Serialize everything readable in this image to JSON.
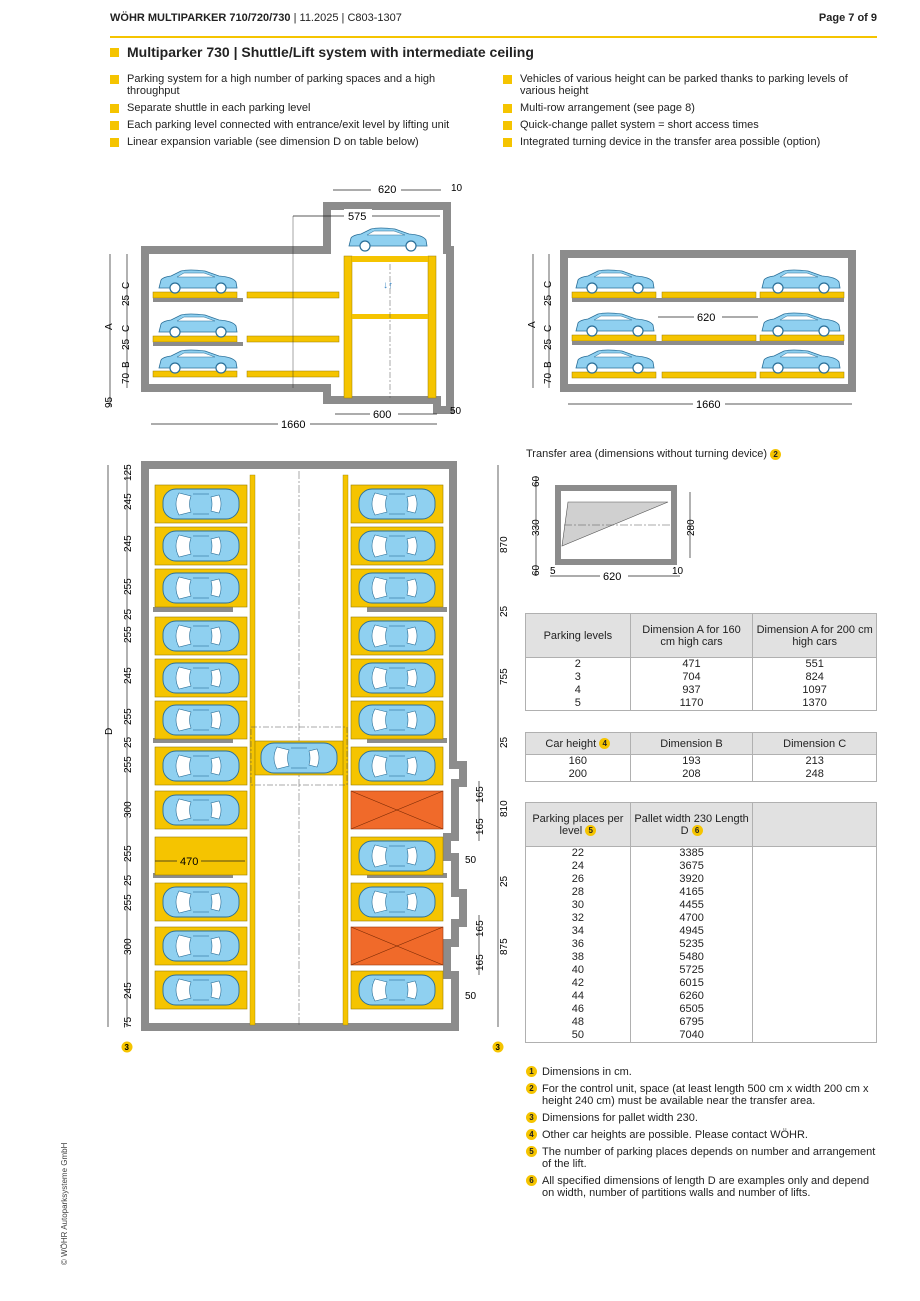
{
  "header": {
    "brand": "WÖHR MULTIPARKER 710/720/730",
    "date": "11.2025",
    "code": "C803-1307",
    "page": "Page 7 of 9"
  },
  "title": "Multiparker 730 | Shuttle/Lift system with intermediate ceiling",
  "bullets_left": [
    "Parking system for a high number of parking spaces and a high throughput",
    "Separate shuttle in each parking level",
    "Each parking level connected with entrance/exit level by lifting unit",
    "Linear expansion variable (see dimension D on table below)"
  ],
  "bullets_right": [
    "Vehicles of various height can be parked thanks to parking levels of various height",
    "Multi-row arrangement (see page 8)",
    "Quick-change pallet system = short access times",
    "Integrated turning device in the transfer area possible (option)"
  ],
  "section_a": {
    "dims": {
      "top_width": "620",
      "lift_width": "575",
      "gap": "10",
      "bottom_lift": "600",
      "bottom_gap": "50",
      "total": "1660",
      "pit": "95"
    },
    "levels": [
      "C",
      "25",
      "C",
      "25",
      "B",
      "70"
    ],
    "level_A": "A"
  },
  "section_b": {
    "dims": {
      "middle": "620",
      "total": "1660"
    },
    "levels": [
      "C",
      "25",
      "C",
      "25",
      "B",
      "70"
    ],
    "level_A": "A"
  },
  "plan": {
    "left_dims": [
      "125",
      "245",
      "245",
      "255",
      "25",
      "255",
      "245",
      "255",
      "25",
      "255",
      "300",
      "255",
      "25",
      "255",
      "300",
      "245",
      "75"
    ],
    "label_D": "D",
    "right_dims_top": [
      "870",
      "25",
      "755",
      "25"
    ],
    "right_dims_mid": [
      "165",
      "165",
      "810",
      "50",
      "25"
    ],
    "right_dims_bot": [
      "165",
      "165",
      "875",
      "50"
    ],
    "dim_470": "470",
    "footnote_ref": "3"
  },
  "transfer": {
    "caption": "Transfer area (dimensions without turning device)",
    "caption_ref": "2",
    "dims": {
      "top": "60",
      "height": "330",
      "bottom": "60",
      "inner": "280",
      "left": "5",
      "width": "620",
      "right": "10"
    }
  },
  "table_levels": {
    "headers": [
      "Parking levels",
      "Dimension A for 160 cm high cars",
      "Dimension A for 200 cm high cars"
    ],
    "rows": [
      [
        "2",
        "471",
        "551"
      ],
      [
        "3",
        "704",
        "824"
      ],
      [
        "4",
        "937",
        "1097"
      ],
      [
        "5",
        "1170",
        "1370"
      ]
    ]
  },
  "table_height": {
    "headers": [
      "Car height",
      "Dimension B",
      "Dimension C"
    ],
    "header_ref": "4",
    "rows": [
      [
        "160",
        "193",
        "213"
      ],
      [
        "200",
        "208",
        "248"
      ]
    ]
  },
  "table_places": {
    "headers": [
      "Parking places per level",
      "Pallet width 230 Length D",
      ""
    ],
    "header_refs": [
      "5",
      "6"
    ],
    "rows": [
      [
        "22",
        "3385"
      ],
      [
        "24",
        "3675"
      ],
      [
        "26",
        "3920"
      ],
      [
        "28",
        "4165"
      ],
      [
        "30",
        "4455"
      ],
      [
        "32",
        "4700"
      ],
      [
        "34",
        "4945"
      ],
      [
        "36",
        "5235"
      ],
      [
        "38",
        "5480"
      ],
      [
        "40",
        "5725"
      ],
      [
        "42",
        "6015"
      ],
      [
        "44",
        "6260"
      ],
      [
        "46",
        "6505"
      ],
      [
        "48",
        "6795"
      ],
      [
        "50",
        "7040"
      ]
    ]
  },
  "notes": [
    {
      "n": "1",
      "text": "Dimensions in cm."
    },
    {
      "n": "2",
      "text": "For the control unit, space (at least length 500 cm x width 200 cm x height 240 cm) must be available near the transfer area."
    },
    {
      "n": "3",
      "text": "Dimensions for pallet width 230."
    },
    {
      "n": "4",
      "text": "Other car heights are possible. Please contact WÖHR."
    },
    {
      "n": "5",
      "text": "The number of parking places depends on number and arrangement of the lift."
    },
    {
      "n": "6",
      "text": "All specified dimensions of length D are examples only and depend on width, number of partitions walls and number of lifts."
    }
  ],
  "copyright": "© WÖHR Autoparksysteme GmbH",
  "colors": {
    "accent": "#f5c400",
    "wall": "#8c8c8c",
    "car": "#8fd0f0",
    "blocked": "#f06a2a"
  }
}
